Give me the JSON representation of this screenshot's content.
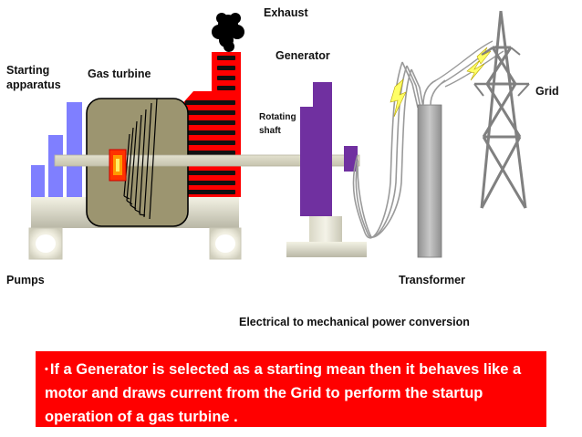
{
  "labels": {
    "exhaust": "Exhaust",
    "generator": "Generator",
    "starting_apparatus": "Starting\napparatus",
    "gas_turbine": "Gas turbine",
    "grid": "Grid",
    "rotating_shaft": "Rotating\nshaft",
    "pumps": "Pumps",
    "transformer": "Transformer",
    "caption": "Electrical to mechanical power conversion"
  },
  "callout": {
    "bullet": "•",
    "text": "If a Generator is selected as a starting mean then it behaves like a motor and draws current  from the Grid to perform the startup operation of  a gas turbine ."
  },
  "colors": {
    "callout_bg": "#ff0000",
    "generator_purple": "#7030a0",
    "starter_blue": "#7f7fff",
    "turbine_olive": "#9c9570",
    "exhaust_red": "#ff0000",
    "combustor_red": "#ff3300",
    "lightning_yellow": "#ffff66"
  }
}
